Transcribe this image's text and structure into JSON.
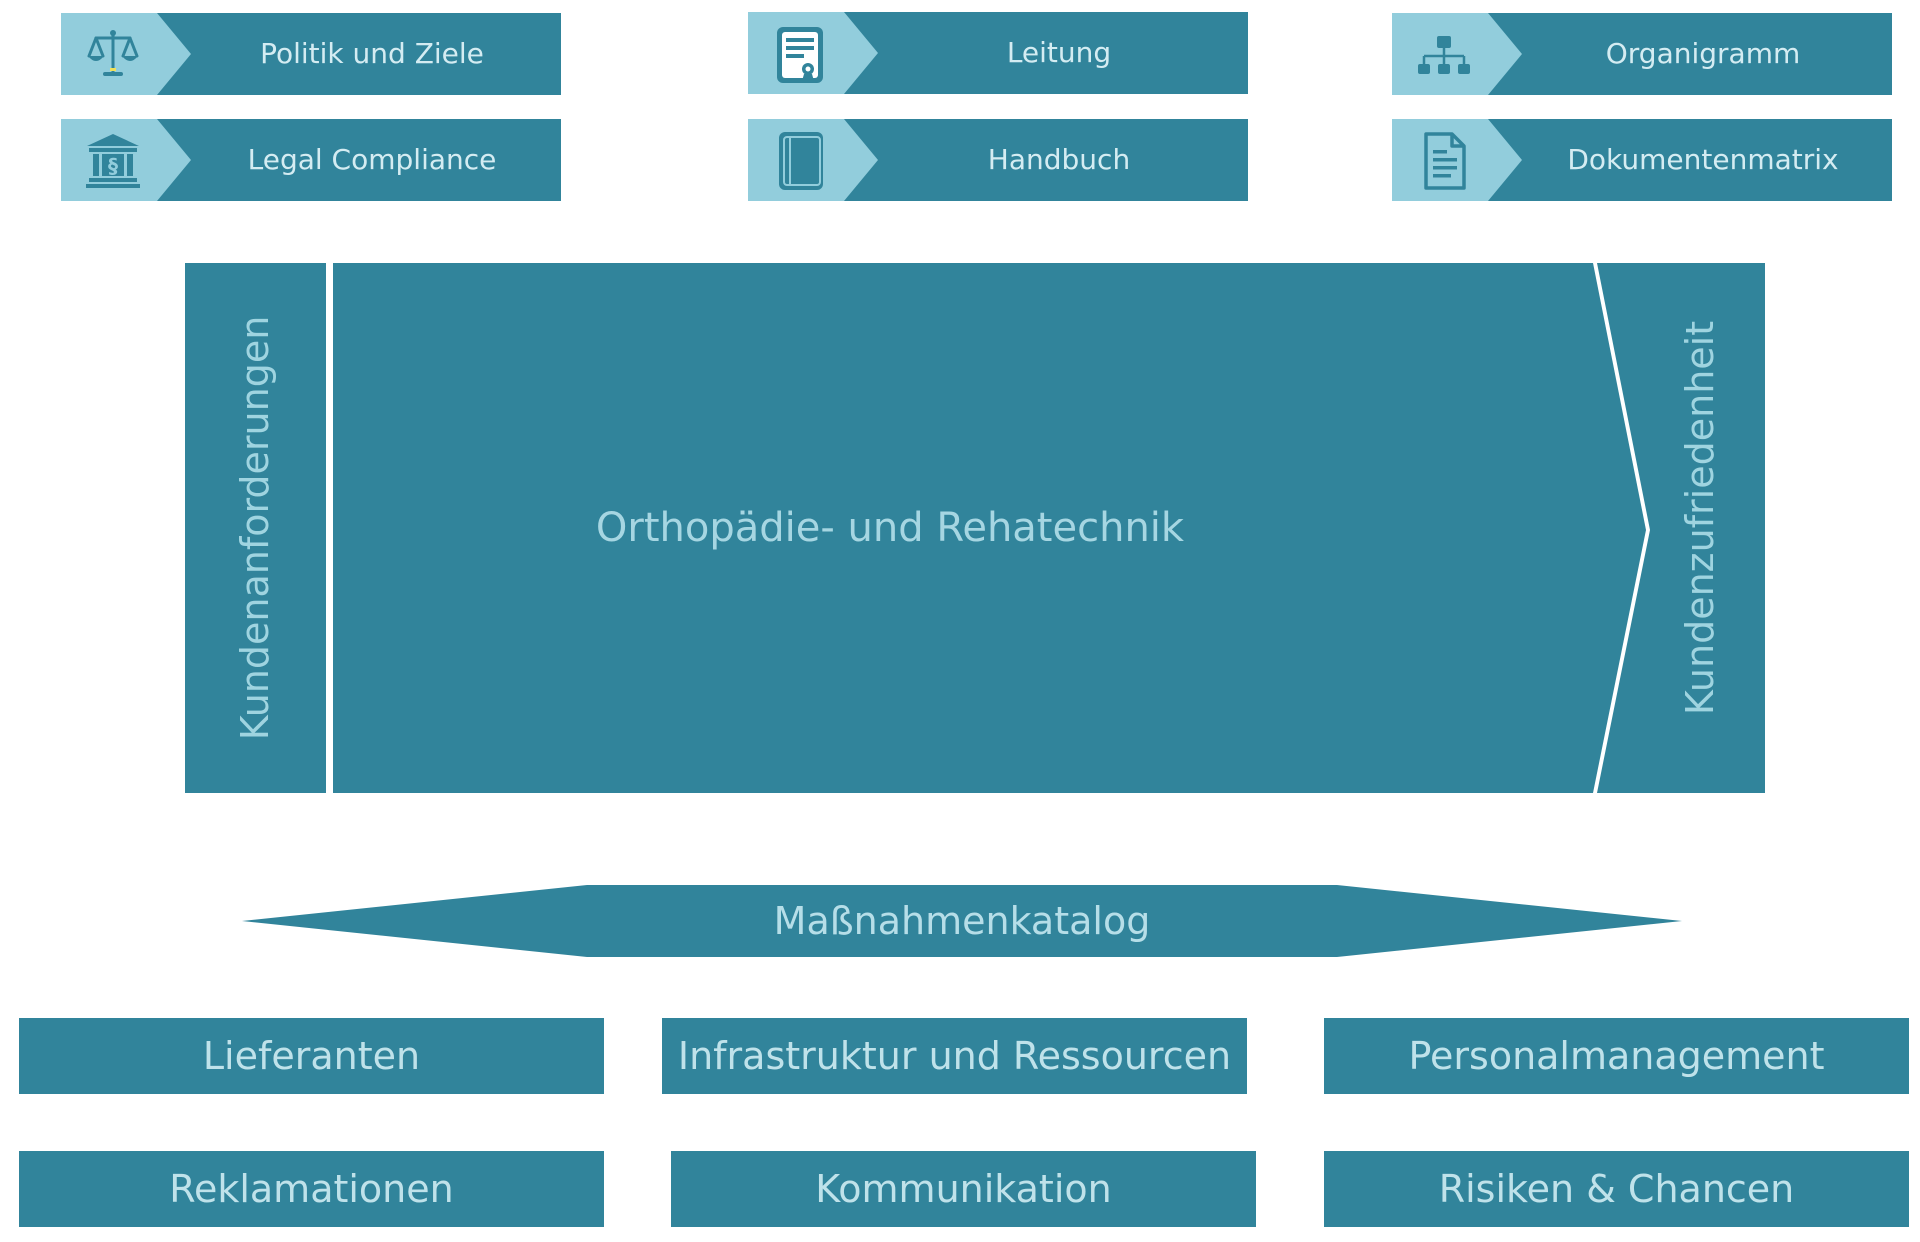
{
  "top_tiles": [
    {
      "label": "Politik und Ziele",
      "icon": "scales-icon"
    },
    {
      "label": "Leitung",
      "icon": "certificate-icon"
    },
    {
      "label": "Organigramm",
      "icon": "org-chart-icon"
    },
    {
      "label": "Legal Compliance",
      "icon": "courthouse-paragraph-icon"
    },
    {
      "label": "Handbuch",
      "icon": "book-icon"
    },
    {
      "label": "Dokumentenmatrix",
      "icon": "document-icon"
    }
  ],
  "process": {
    "input_label": "Kundenanforderungen",
    "title": "Orthopädie- und Rehatechnik",
    "output_label": "Kundenzufriedenheit"
  },
  "catalog": {
    "label": "Maßnahmenkatalog"
  },
  "bottom_boxes": [
    {
      "label": "Lieferanten"
    },
    {
      "label": "Infrastruktur und Ressourcen"
    },
    {
      "label": "Personalmanagement"
    },
    {
      "label": "Reklamationen"
    },
    {
      "label": "Kommunikation"
    },
    {
      "label": "Risiken & Chancen"
    }
  ],
  "colors": {
    "primary": "#31849b",
    "icon_background": "#92cddc",
    "text_light": "#d4ecf2"
  }
}
